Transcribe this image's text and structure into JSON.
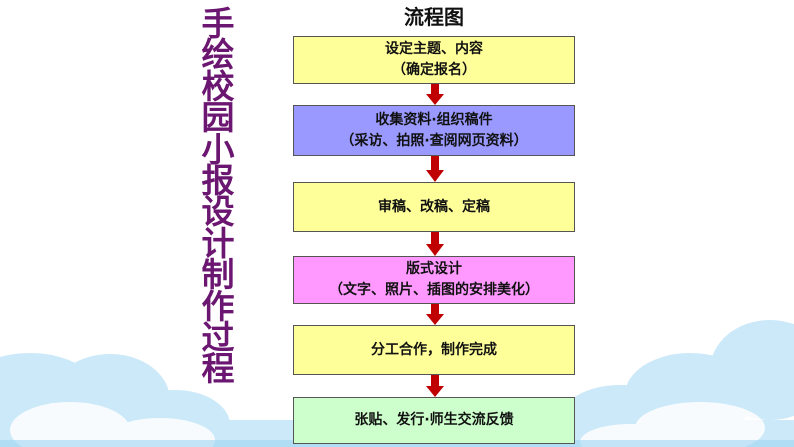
{
  "vertical_title": [
    "手",
    "绘",
    "校",
    "园",
    "小",
    "报",
    "设",
    "计",
    "制",
    "作",
    "过",
    "程"
  ],
  "flow_title": "流程图",
  "steps": [
    {
      "line1": "设定主题、内容",
      "line2": "（确定报名）",
      "color": "#ffff99"
    },
    {
      "line1": "收集资料·组织稿件",
      "line2": "（采访、拍照·查阅网页资料）",
      "color": "#9999ff"
    },
    {
      "line1": "审稿、改稿、定稿",
      "line2": "",
      "color": "#ffff99"
    },
    {
      "line1": "版式设计",
      "line2": "（文字、照片、插图的安排美化）",
      "color": "#ff99ff"
    },
    {
      "line1": "分工合作，制作完成",
      "line2": "",
      "color": "#ffff99"
    },
    {
      "line1": "张贴、发行·师生交流反馈",
      "line2": "",
      "color": "#ccffcc"
    }
  ],
  "colors": {
    "title": "#6b1670",
    "arrow": "#c00000",
    "sky": "#bfe4f7"
  }
}
